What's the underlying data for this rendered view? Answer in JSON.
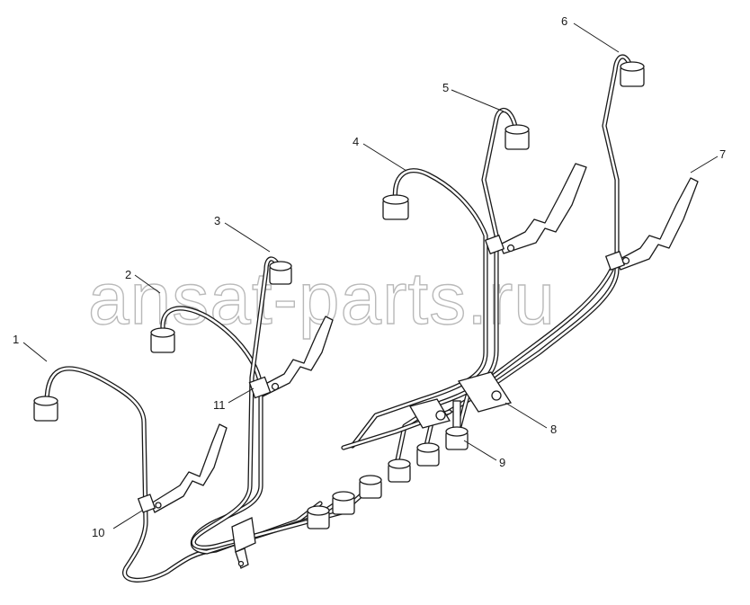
{
  "watermark": "ansat-parts.ru",
  "callouts": [
    {
      "id": "1",
      "label": "1"
    },
    {
      "id": "2",
      "label": "2"
    },
    {
      "id": "3",
      "label": "3"
    },
    {
      "id": "4",
      "label": "4"
    },
    {
      "id": "5",
      "label": "5"
    },
    {
      "id": "6",
      "label": "6"
    },
    {
      "id": "7",
      "label": "7"
    },
    {
      "id": "8",
      "label": "8"
    },
    {
      "id": "9",
      "label": "9"
    },
    {
      "id": "10",
      "label": "10"
    },
    {
      "id": "11",
      "label": "11"
    }
  ]
}
